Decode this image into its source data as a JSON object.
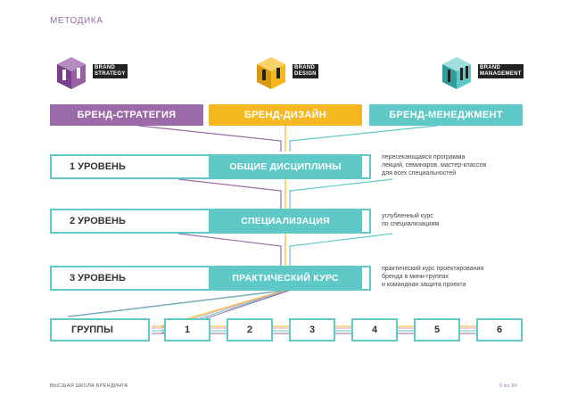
{
  "header": {
    "title": "МЕТОДИКА"
  },
  "logos": [
    {
      "icon": "brand-strategy-cube-icon",
      "line1": "BRAND",
      "line2": "STRATEGY",
      "color": "#9b5fa6"
    },
    {
      "icon": "brand-design-cube-icon",
      "line1": "BRAND",
      "line2": "DESIGN",
      "color": "#f5b820"
    },
    {
      "icon": "brand-management-cube-icon",
      "line1": "BRAND",
      "line2": "MANAGEMENT",
      "color": "#5ec9c6"
    }
  ],
  "tabs": [
    {
      "label": "БРЕНД-СТРАТЕГИЯ",
      "color": "#9b6aa8"
    },
    {
      "label": "БРЕНД-ДИЗАЙН",
      "color": "#f5b820"
    },
    {
      "label": "БРЕНД-МЕНЕДЖМЕНТ",
      "color": "#5ec9c6"
    }
  ],
  "levels": [
    {
      "label": "1 УРОВЕНЬ",
      "center": "ОБЩИЕ ДИСЦИПЛИНЫ",
      "note": [
        "пересекающаяся программа",
        "лекций, семинаров, мастер-классов",
        "для всех специальностей"
      ]
    },
    {
      "label": "2 УРОВЕНЬ",
      "center": "СПЕЦИАЛИЗАЦИЯ",
      "note": [
        "углубленный курс",
        "по специализациям"
      ]
    },
    {
      "label": "3 УРОВЕНЬ",
      "center": "ПРАКТИЧЕСКИЙ КУРС",
      "note": [
        "практический курс проектирования",
        "бренда в мини-группах",
        "и командная защита проекта"
      ]
    }
  ],
  "groups": {
    "label": "ГРУППЫ",
    "items": [
      "1",
      "2",
      "3",
      "4",
      "5",
      "6"
    ]
  },
  "footer": {
    "school": "ВЫСШАЯ ШКОЛА БРЕНДИНГА",
    "page": "9 из 30"
  },
  "colors": {
    "purple": "#9b6aa8",
    "yellow": "#f5b820",
    "teal": "#5ec9c6",
    "pink": "#e8a0b8"
  }
}
